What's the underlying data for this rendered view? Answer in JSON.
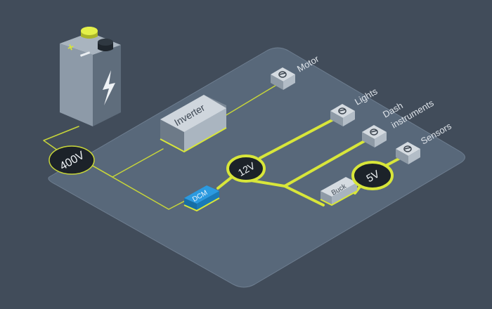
{
  "diagram": {
    "colors": {
      "background": "#414c5a",
      "platform": "#58687a",
      "platform_edge": "#6e7e90",
      "wire": "#d8e63a",
      "wire_dark": "#9aa62c",
      "node_fill": "#1c2229",
      "label_light": "#dfe4ea",
      "dcm_blue": "#1f8fd1"
    },
    "battery": {
      "icon": "lightning-bolt-icon",
      "positive_mark": "+"
    },
    "nodes": {
      "v400": "400V",
      "v12": "12V",
      "v5": "5V"
    },
    "modules": {
      "inverter": "Inverter",
      "dcm": "DCM",
      "buck": "Buck"
    },
    "loads": {
      "motor": "Motor",
      "lights": "Lights",
      "dash_line1": "Dash",
      "dash_line2": "instruments",
      "sensors": "Sensors"
    },
    "load_icon": "bulb-coil-icon"
  }
}
